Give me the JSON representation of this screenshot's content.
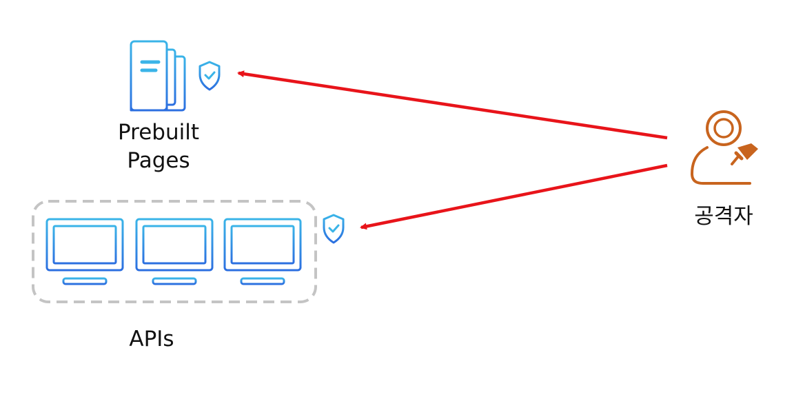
{
  "labels": {
    "prebuilt_line1": "Prebuilt",
    "prebuilt_line2": "Pages",
    "apis": "APIs",
    "attacker": "공격자"
  },
  "icons": {
    "pages": "document-pages-icon",
    "shield": "shield-check-icon",
    "monitor": "monitor-icon",
    "attacker": "attacker-sword-icon"
  },
  "colors": {
    "icon_blue_top": "#3ab4e8",
    "icon_blue_bottom": "#2c6fe0",
    "arrow_red": "#e8141a",
    "attacker_orange": "#c8641e",
    "dashed_gray": "#c4c4c4"
  }
}
